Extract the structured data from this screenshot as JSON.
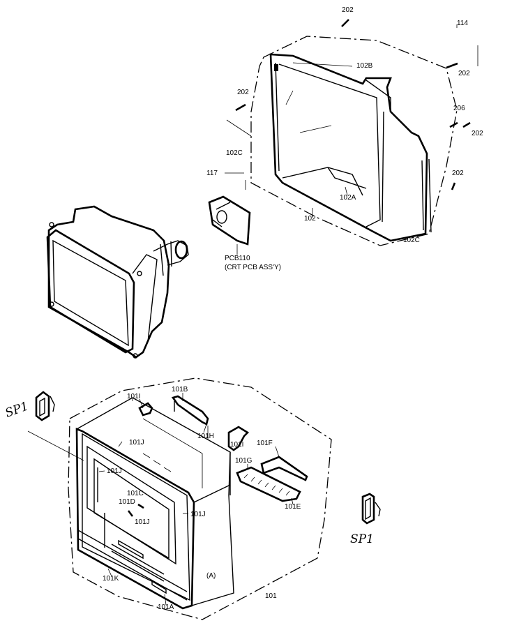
{
  "labels": {
    "top_screw": "202",
    "l114": "114",
    "l202": "202",
    "l102B": "102B",
    "l206": "206",
    "l102C": "102C",
    "l117": "117",
    "l102A": "102A",
    "l102": "102",
    "pcb110": "PCB110",
    "crt_pcb_assy": "(CRT PCB ASS'Y)",
    "l101B": "101B",
    "l101I": "101I",
    "l101H": "101H",
    "l101F": "101F",
    "l101J": "101J",
    "l101G": "101G",
    "l101C": "101C",
    "l101D": "101D",
    "l101E": "101E",
    "a_marker": "(A)",
    "l101K": "101K",
    "l101": "101",
    "l101A": "101A",
    "sp1_left": "SP1",
    "sp1_right": "SP1"
  }
}
